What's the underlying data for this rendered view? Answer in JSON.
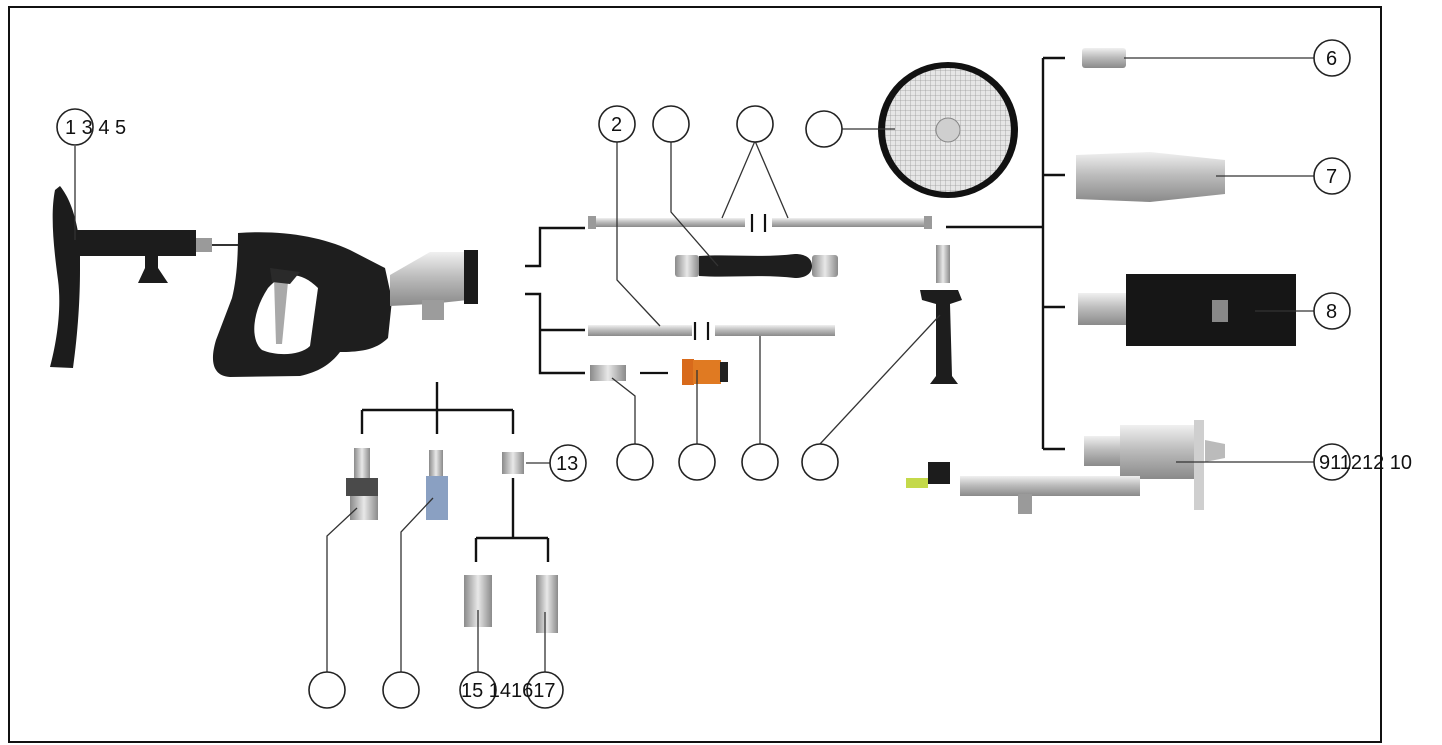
{
  "diagram": {
    "callouts": {
      "gun": "1 3 4 5",
      "rod_upper": "2",
      "hose": "",
      "lances": "",
      "filter": "",
      "part6": "6",
      "part7": "7",
      "part8": "8",
      "part9": "911212 10",
      "part13": "13",
      "swivel": "",
      "orange_nut": "",
      "rod_lower": "",
      "handle": "",
      "nozzle_a": "",
      "nozzle_b": "",
      "fittings": "15 141617"
    }
  }
}
